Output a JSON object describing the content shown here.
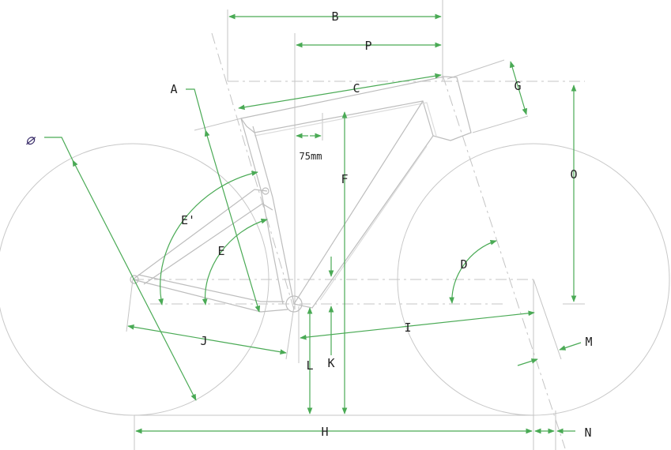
{
  "diagram": {
    "title": "",
    "colors": {
      "measure": "#4aaa55",
      "frame": "#bdbdbd",
      "text": "#222222",
      "diameter": "#3a2d6a"
    },
    "labels": {
      "A": "A",
      "B": "B",
      "C": "C",
      "D": "D",
      "E": "E",
      "E_prime": "E'",
      "F": "F",
      "G": "G",
      "H": "H",
      "I": "I",
      "J": "J",
      "K": "K",
      "L": "L",
      "M": "M",
      "N": "N",
      "O": "O",
      "P": "P",
      "wheel_diameter": "⌀",
      "offset_note": "75mm"
    }
  }
}
